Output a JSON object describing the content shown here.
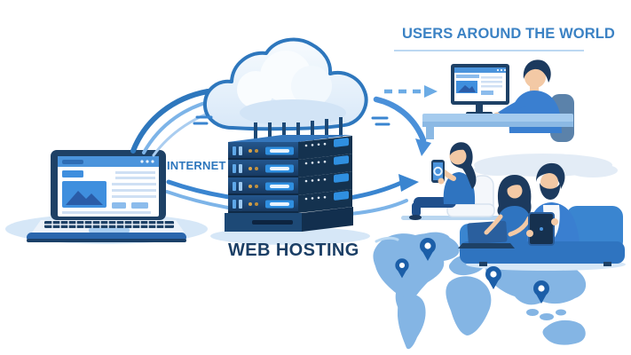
{
  "illustration": {
    "title": "USERS AROUND THE WORLD",
    "labels": {
      "internet": "INTERNET",
      "web_hosting": "WEB HOSTING"
    },
    "map": {
      "pin_count": 4
    },
    "colors": {
      "primary_blue": "#2e77bd",
      "title_blue": "#3b82c4",
      "navy_text": "#1b3f66",
      "server_navy": "#1d4976",
      "accent_blue": "#3f8fde",
      "light_blue": "#7db4e8",
      "browser_bar": "#4b94dc",
      "map_blue": "#84b5e4",
      "pin_blue": "#1b5ea8",
      "cloud_fill": "#e7f1fb",
      "amber_led": "#d9a44a"
    },
    "icons": {
      "cloud": "cloud-shape",
      "server_rack": "stacked-server-units",
      "laptop": "laptop-shape",
      "monitor": "desktop-monitor-shape",
      "smartphone": "phone-shape",
      "tablet": "tablet-shape",
      "location_pin": "teardrop-marker",
      "arrow": "curved-arrow"
    }
  }
}
